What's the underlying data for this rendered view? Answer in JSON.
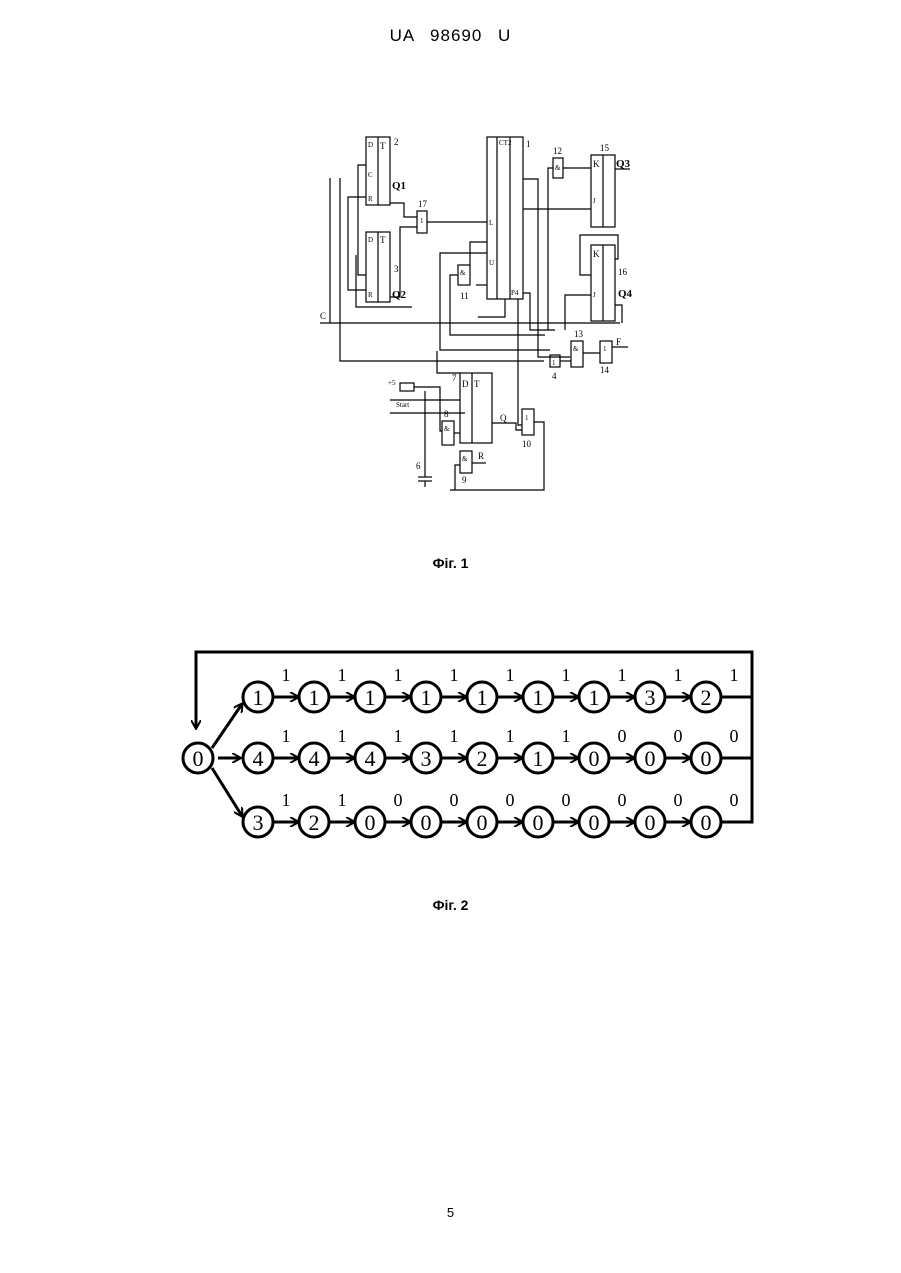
{
  "header": "UA 98690 U",
  "page_number": "5",
  "fig1": {
    "caption": "Фіг. 1",
    "labels": {
      "n2": "2",
      "n3": "3",
      "n17": "17",
      "n1": "1",
      "n12": "12",
      "n15": "15",
      "n16": "16",
      "n11": "11",
      "n13": "13",
      "n14": "14",
      "n4": "4",
      "n7": "7",
      "n8": "8",
      "n9": "9",
      "n6": "6",
      "n10": "10",
      "q1": "Q1",
      "q2": "Q2",
      "q3": "Q3",
      "q4": "Q4",
      "c_in": "C",
      "f_out": "F",
      "plus5": "+5",
      "start": "Start",
      "q_out": "Q",
      "r_out": "R",
      "d": "D",
      "t": "T",
      "c": "C",
      "r": "R",
      "k": "K",
      "j": "J",
      "and": "&",
      "or": "1",
      "ct": "CT2",
      "p4": "P4",
      "u": "U",
      "l": "L"
    }
  },
  "fig2": {
    "caption": "Фіг. 2",
    "start_state": "0",
    "rows": [
      {
        "states": [
          "1",
          "1",
          "1",
          "1",
          "1",
          "1",
          "1",
          "3",
          "2"
        ],
        "labels": [
          "1",
          "1",
          "1",
          "1",
          "1",
          "1",
          "1",
          "1",
          "1"
        ]
      },
      {
        "states": [
          "4",
          "4",
          "4",
          "3",
          "2",
          "1",
          "0",
          "0",
          "0"
        ],
        "labels": [
          "1",
          "1",
          "1",
          "1",
          "1",
          "1",
          "0",
          "0",
          "0"
        ]
      },
      {
        "states": [
          "3",
          "2",
          "0",
          "0",
          "0",
          "0",
          "0",
          "0",
          "0"
        ],
        "labels": [
          "1",
          "1",
          "0",
          "0",
          "0",
          "0",
          "0",
          "0",
          "0"
        ]
      }
    ]
  }
}
